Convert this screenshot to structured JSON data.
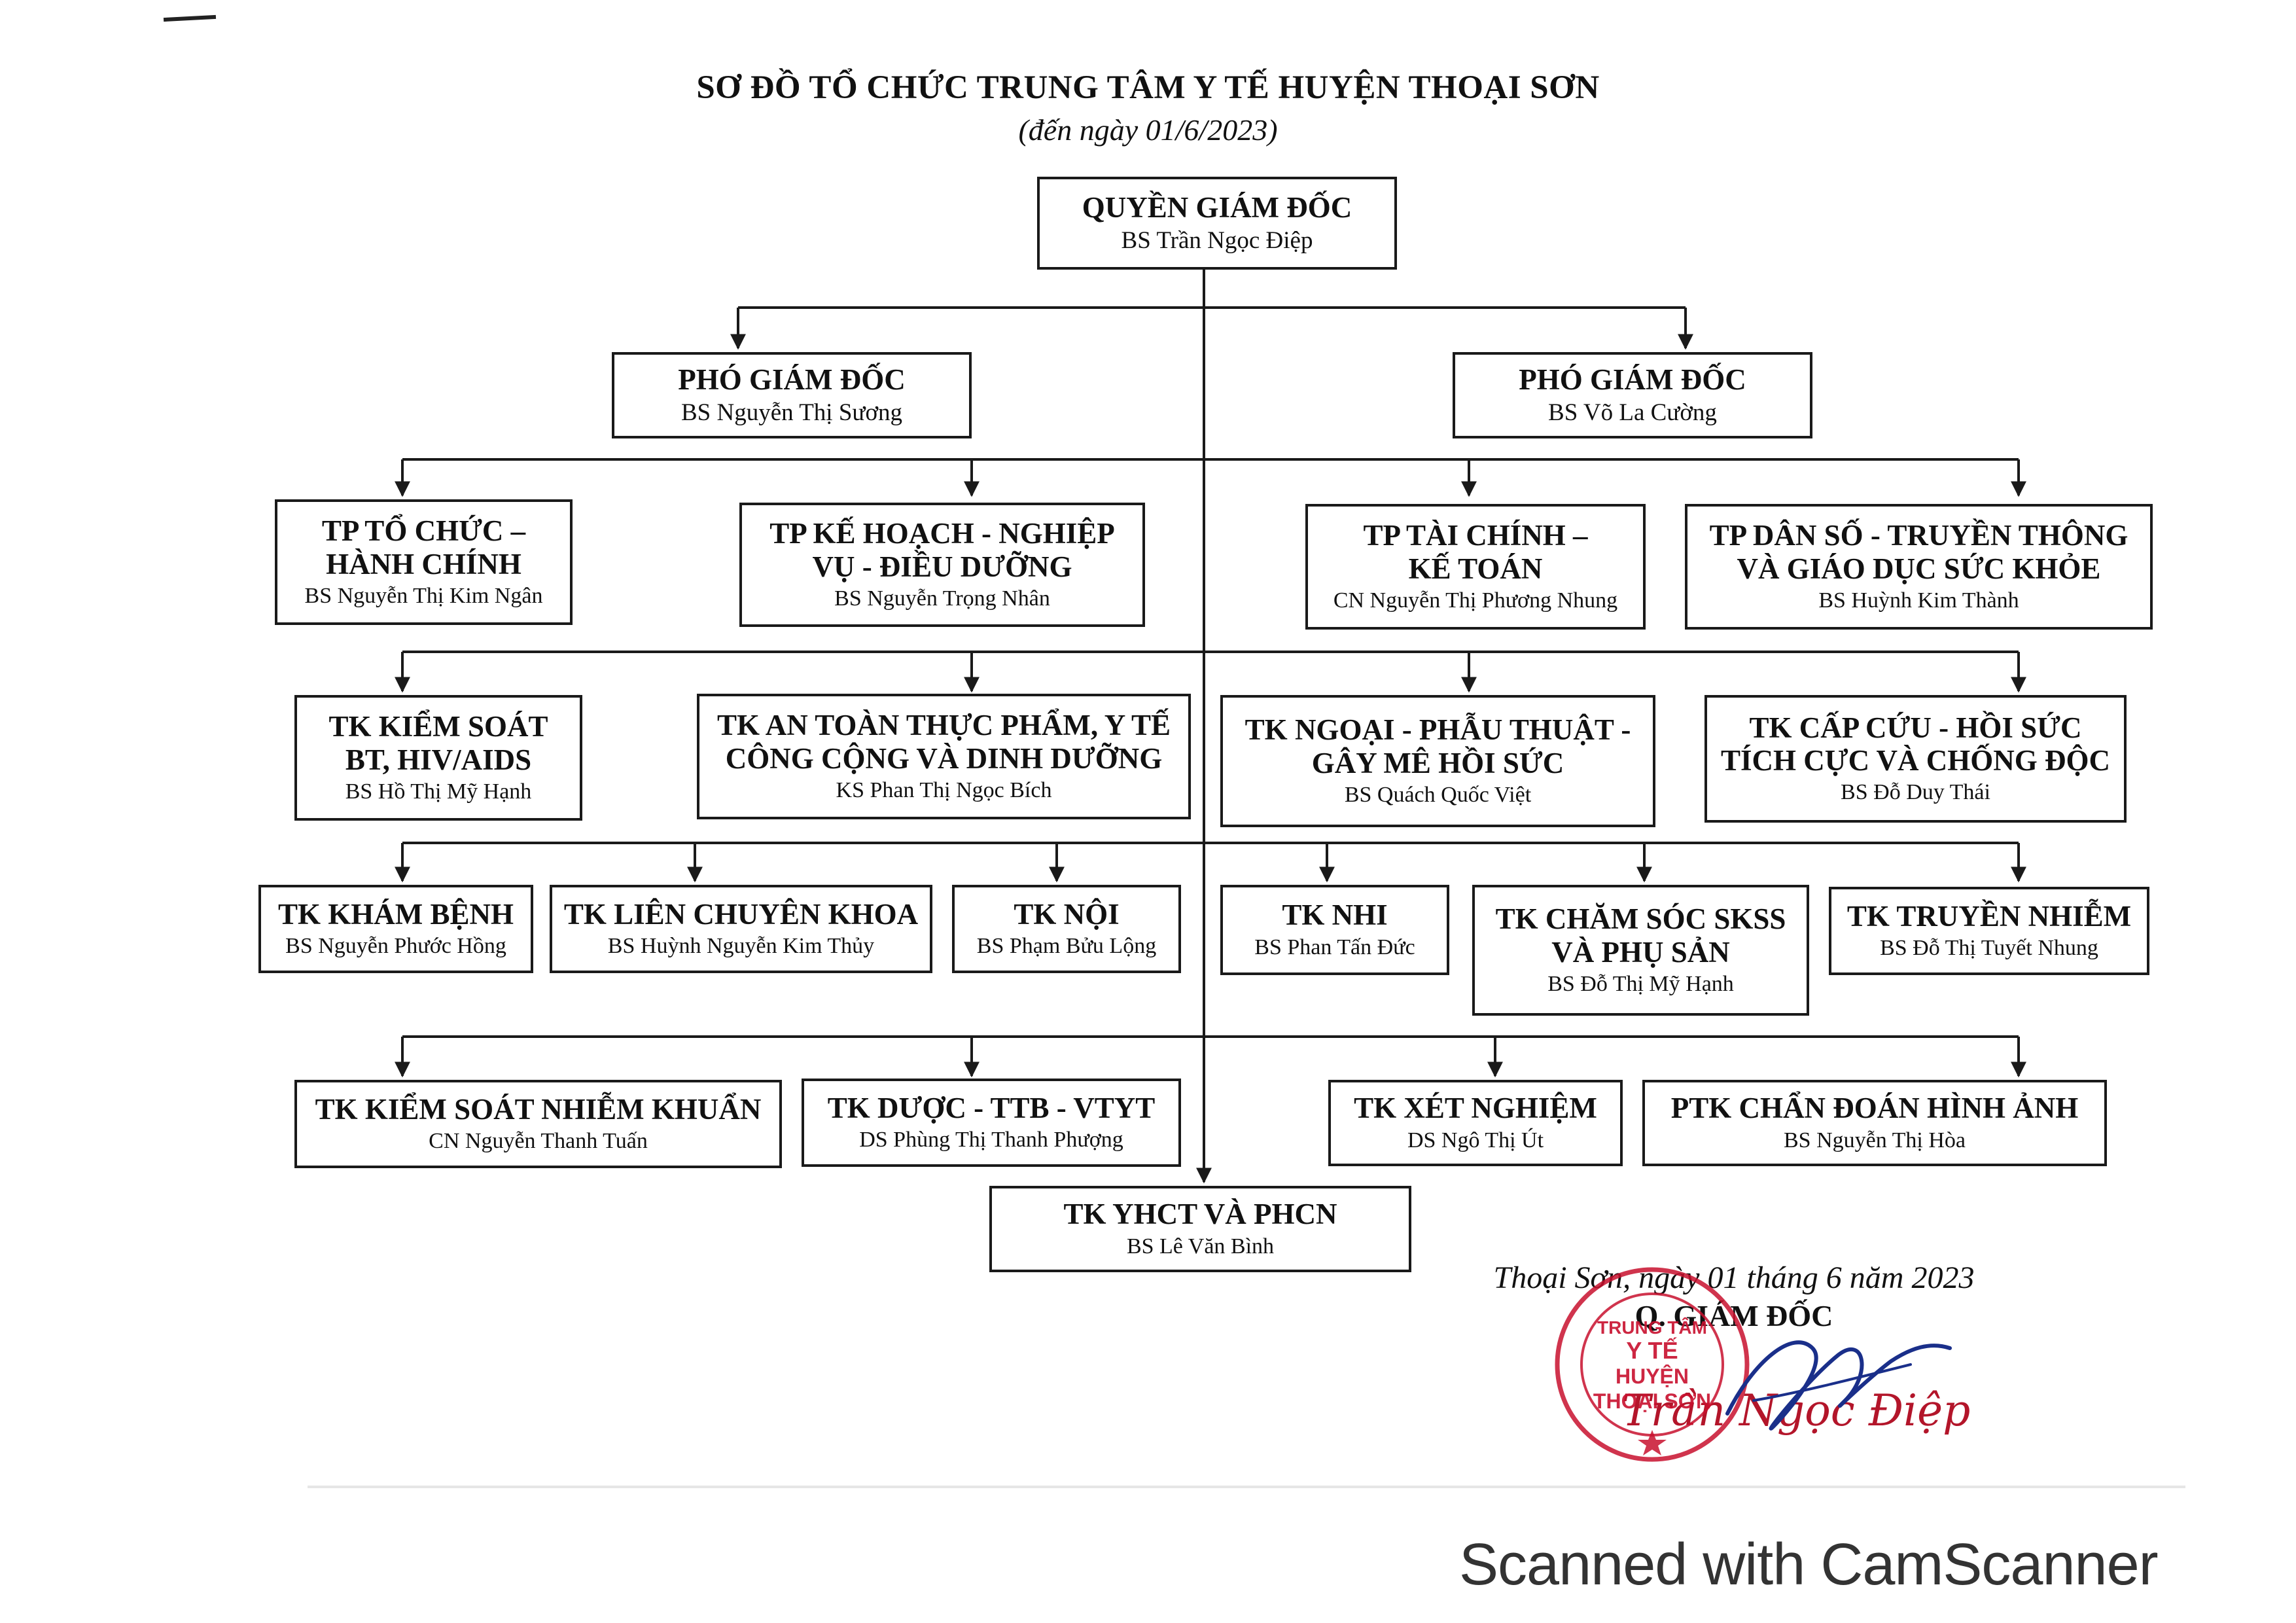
{
  "header": {
    "title": "SƠ ĐỒ TỔ CHỨC TRUNG TÂM Y TẾ HUYỆN THOẠI SƠN",
    "subtitle": "(đến ngày 01/6/2023)"
  },
  "nodes": {
    "director": {
      "title": "QUYỀN GIÁM ĐỐC",
      "person": "BS Trần Ngọc Điệp"
    },
    "deputy_1": {
      "title": "PHÓ GIÁM ĐỐC",
      "person": "BS Nguyễn Thị Sương"
    },
    "deputy_2": {
      "title": "PHÓ GIÁM ĐỐC",
      "person": "BS Võ La Cường"
    },
    "tp_to_chuc": {
      "title": "TP TỔ CHỨC –\nHÀNH CHÍNH",
      "person": "BS Nguyễn Thị Kim Ngân"
    },
    "tp_ke_hoach": {
      "title": "TP KẾ HOẠCH - NGHIỆP\nVỤ - ĐIỀU DƯỠNG",
      "person": "BS Nguyễn Trọng Nhân"
    },
    "tp_tai_chinh": {
      "title": "TP TÀI CHÍNH –\nKẾ TOÁN",
      "person": "CN Nguyễn Thị Phương Nhung"
    },
    "tp_dan_so": {
      "title": "TP DÂN SỐ - TRUYỀN THÔNG\nVÀ GIÁO DỤC SỨC KHỎE",
      "person": "BS Huỳnh Kim Thành"
    },
    "tk_kiem_soat_bt": {
      "title": "TK KIỂM SOÁT\nBT, HIV/AIDS",
      "person": "BS Hồ Thị Mỹ Hạnh"
    },
    "tk_an_toan": {
      "title": "TK AN TOÀN THỰC PHẨM, Y TẾ\nCÔNG CỘNG VÀ DINH DƯỠNG",
      "person": "KS Phan Thị Ngọc Bích"
    },
    "tk_ngoai": {
      "title": "TK NGOẠI - PHẪU THUẬT -\nGÂY MÊ HỒI SỨC",
      "person": "BS Quách Quốc Việt"
    },
    "tk_cap_cuu": {
      "title": "TK CẤP CỨU - HỒI SỨC\nTÍCH CỰC VÀ CHỐNG ĐỘC",
      "person": "BS Đỗ Duy Thái"
    },
    "tk_kham_benh": {
      "title": "TK KHÁM BỆNH",
      "person": "BS Nguyễn Phước Hồng"
    },
    "tk_lien_chuyen_khoa": {
      "title": "TK LIÊN CHUYÊN KHOA",
      "person": "BS Huỳnh Nguyễn Kim Thủy"
    },
    "tk_noi": {
      "title": "TK NỘI",
      "person": "BS Phạm Bửu Lộng"
    },
    "tk_nhi": {
      "title": "TK NHI",
      "person": "BS Phan Tấn Đức"
    },
    "tk_cham_soc": {
      "title": "TK CHĂM SÓC SKSS\nVÀ PHỤ SẢN",
      "person": "BS Đỗ Thị Mỹ Hạnh"
    },
    "tk_truyen_nhiem": {
      "title": "TK TRUYỀN NHIỄM",
      "person": "BS Đỗ Thị Tuyết Nhung"
    },
    "tk_kiem_soat_nk": {
      "title": "TK KIỂM SOÁT NHIỄM KHUẨN",
      "person": "CN Nguyễn Thanh Tuấn"
    },
    "tk_duoc": {
      "title": "TK DƯỢC - TTB - VTYT",
      "person": "DS Phùng Thị Thanh Phượng"
    },
    "tk_xet_nghiem": {
      "title": "TK XÉT NGHIỆM",
      "person": "DS Ngô Thị Út"
    },
    "ptk_chan_doan": {
      "title": "PTK CHẨN ĐOÁN HÌNH ẢNH",
      "person": "BS Nguyễn Thị Hòa"
    },
    "tk_yhct": {
      "title": "TK YHCT VÀ PHCN",
      "person": "BS Lê Văn Bình"
    }
  },
  "signature_block": {
    "date_line": "Thoại Sơn, ngày 01 tháng 6 năm 2023",
    "role": "Q. GIÁM ĐỐC",
    "name": "Trần Ngọc Điệp",
    "stamp_text": [
      "TRUNG TÂM",
      "Y TẾ",
      "HUYỆN",
      "THOẠI SƠN"
    ]
  },
  "colors": {
    "ink": "#111111",
    "stamp_red": "#c8102e",
    "signature_blue": "#1a2f8a"
  },
  "watermark": "Scanned with CamScanner"
}
